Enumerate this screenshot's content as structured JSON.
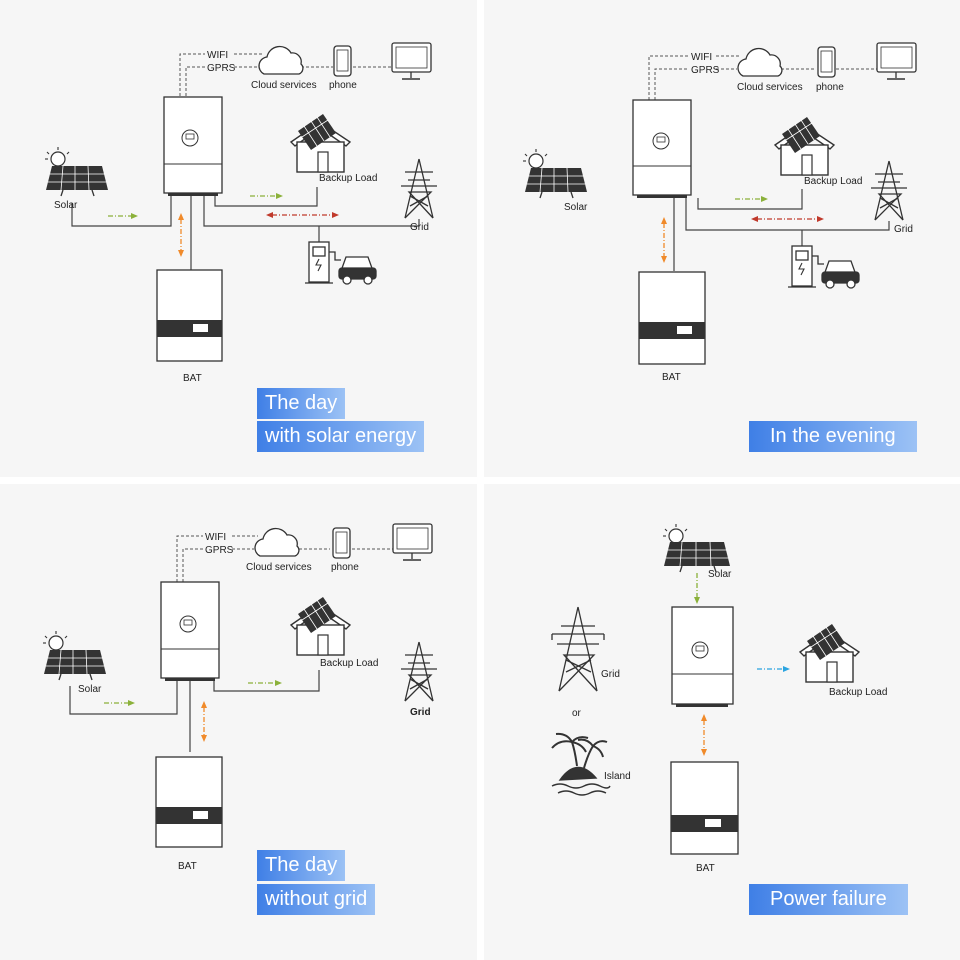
{
  "colors": {
    "panel_bg": "#f6f6f6",
    "solar_flow": "#8bb13a",
    "battery_flow": "#f08a2a",
    "grid_flow": "#c0392b",
    "load_flow": "#2aa4e0",
    "label_gradient_start": "#3f7fe6",
    "label_gradient_end": "#9cc2f5"
  },
  "labels": {
    "wifi": "WIFI",
    "gprs": "GPRS",
    "cloud": "Cloud services",
    "phone": "phone",
    "solar": "Solar",
    "backup_load": "Backup Load",
    "grid": "Grid",
    "bat": "BAT",
    "or": "or",
    "island": "Island"
  },
  "panels": [
    {
      "id": "day-with-solar",
      "caption_lines": [
        "The day",
        "with solar energy"
      ]
    },
    {
      "id": "evening",
      "caption_lines": [
        "In the evening"
      ]
    },
    {
      "id": "day-without-grid",
      "caption_lines": [
        "The day",
        "without grid"
      ]
    },
    {
      "id": "power-failure",
      "caption_lines": [
        "Power failure"
      ]
    }
  ]
}
